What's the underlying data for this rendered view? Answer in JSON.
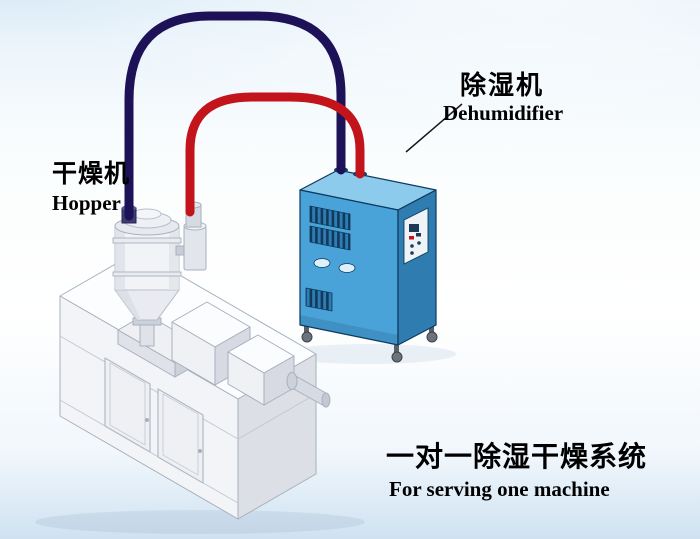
{
  "labels": {
    "dehumidifier": {
      "cn": "除湿机",
      "en": "Dehumidifier"
    },
    "hopper": {
      "cn": "干燥机",
      "en": "Hopper"
    },
    "caption": {
      "cn": "一对一除湿干燥系统",
      "en": "For serving one machine"
    }
  },
  "colors": {
    "pipe_return": "#1d1257",
    "pipe_supply": "#c3141c",
    "cabinet_front": "#4aa3d8",
    "cabinet_side": "#2e7cb0",
    "cabinet_top": "#8ccbec",
    "machine_front": "#f3f4f7",
    "machine_side": "#dcdfe6",
    "machine_top": "#fcfdff",
    "hopper_body": "#f2f3f7"
  }
}
